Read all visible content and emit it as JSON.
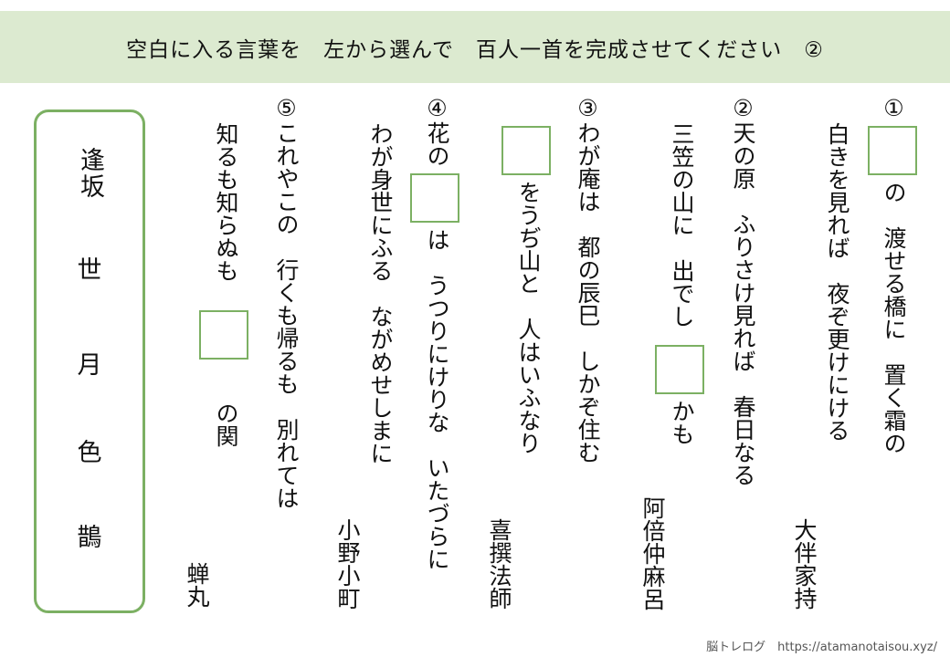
{
  "header": {
    "title": "空白に入る言葉を　左から選んで　百人一首を完成させてください　②"
  },
  "poems": [
    {
      "number": "①",
      "line1_before": "",
      "line1_after": "の　渡せる橋に　置く霜の",
      "line2": "白きを見れば　夜ぞ更けにける",
      "author": "大伴家持"
    },
    {
      "line1": "②天の原　ふりさけ見れば　春日なる",
      "line2_before": "三笠の山に　出でし",
      "line2_after": "かも",
      "author": "阿倍仲麻呂"
    },
    {
      "line1": "③わが庵は　都の辰巳　しかぞ住む",
      "line2_after": "をうぢ山と　人はいふなり",
      "author": "喜撰法師"
    },
    {
      "line1_before": "④花の",
      "line1_after": "は　うつりにけりな　いたづらに",
      "line2": "わが身世にふる　ながめせしまに",
      "author": "小野小町"
    },
    {
      "line1": "⑤これやこの　行くも帰るも　別れては",
      "line2_before": "知るも知らぬも",
      "line2_after": "の関",
      "author": "蝉丸"
    }
  ],
  "choices": [
    "逢坂",
    "世",
    "月",
    "色",
    "鵲"
  ],
  "footer": {
    "credit": "脳トレログ　https://atamanotaisou.xyz/"
  },
  "colors": {
    "header_bg": "#dcead0",
    "accent_green": "#7cb063"
  }
}
